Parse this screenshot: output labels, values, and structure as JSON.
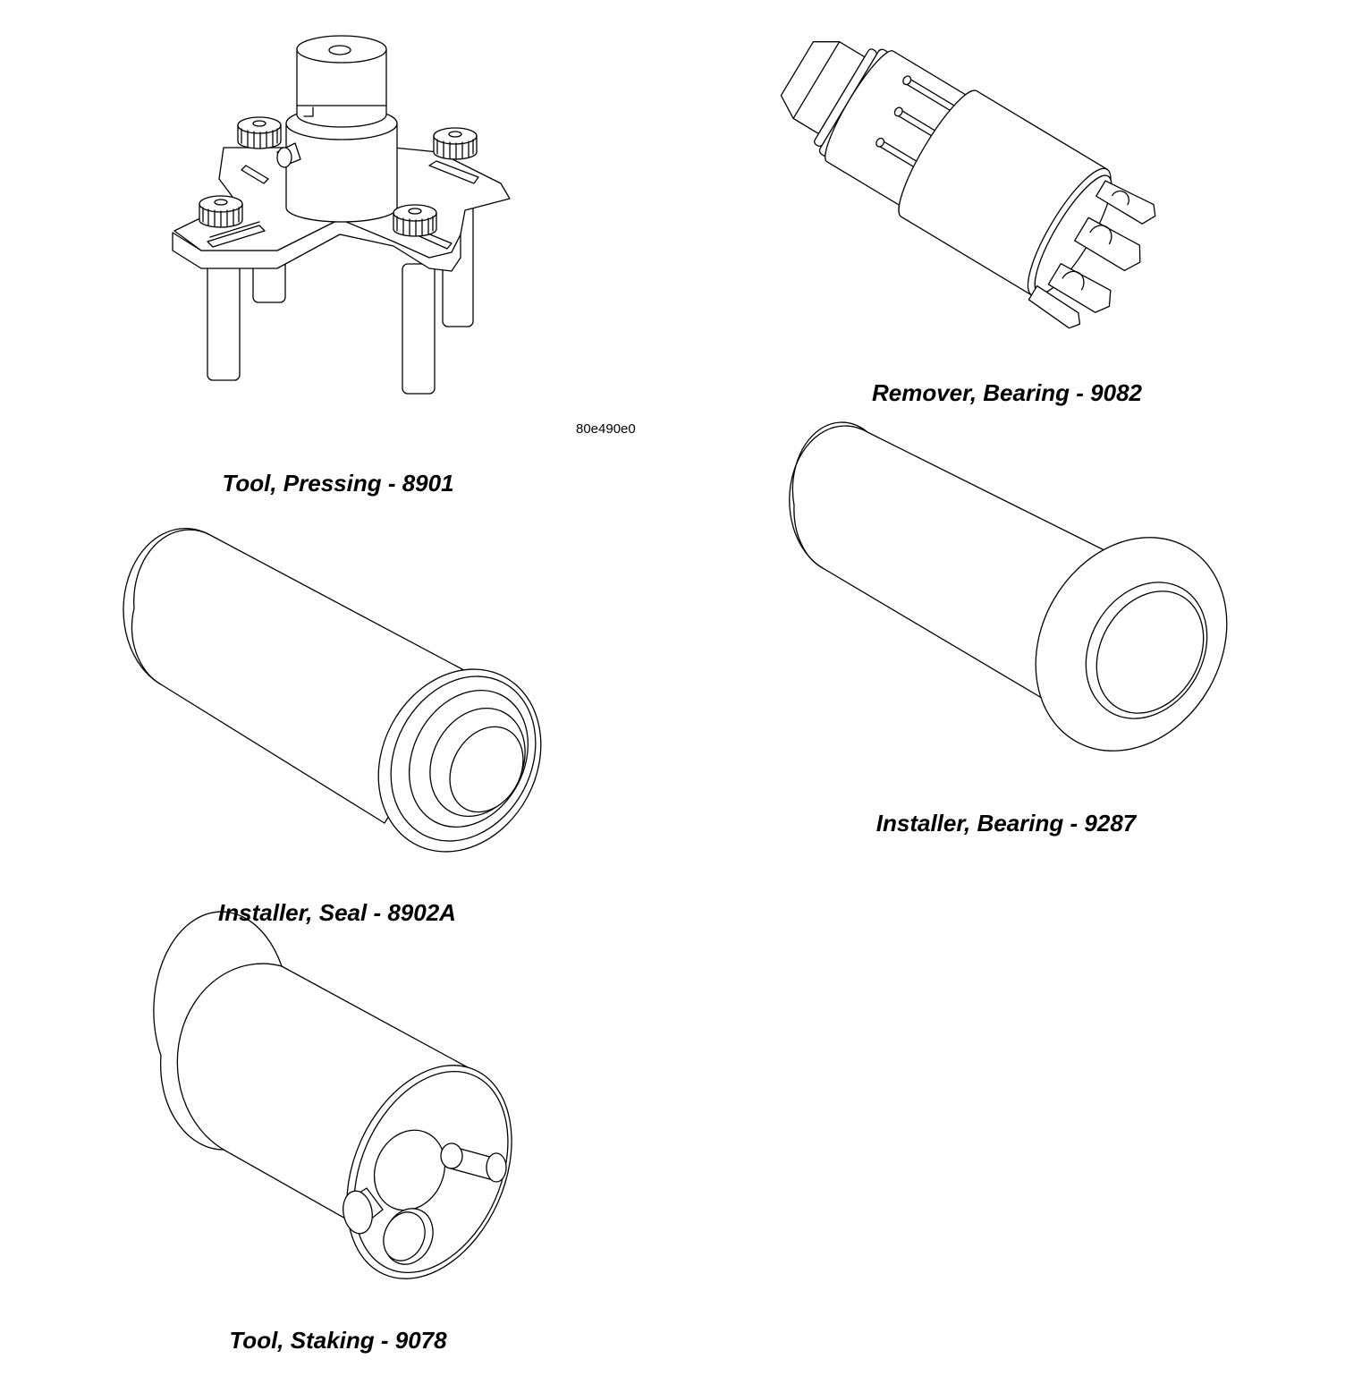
{
  "figure_ref": "80e490e0",
  "tools": [
    {
      "caption": "Tool, Pressing - 8901"
    },
    {
      "caption": "Remover, Bearing - 9082"
    },
    {
      "caption": "Installer, Seal - 8902A"
    },
    {
      "caption": "Installer, Bearing - 9287"
    },
    {
      "caption": "Tool, Staking - 9078"
    }
  ]
}
